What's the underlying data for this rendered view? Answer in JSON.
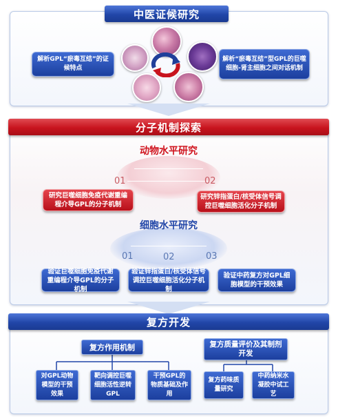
{
  "sections": {
    "tcm": {
      "title": "中医证候研究",
      "left_box": "解析GPL“瘀毒互结”的证候特点",
      "right_box": "解析“瘀毒互结”型GPL的巨噬细胞-肾主细胞之间对话机制"
    },
    "molecular": {
      "title": "分子机制探索",
      "animal": {
        "title": "动物水平研究",
        "items": [
          {
            "num": "01",
            "text": "研究巨噬细胞免疫代谢重编程介导GPL的分子机制"
          },
          {
            "num": "02",
            "text": "研究锌指蛋白/核受体信号调控巨噬细胞活化分子机制"
          }
        ]
      },
      "cell": {
        "title": "细胞水平研究",
        "items": [
          {
            "num": "01",
            "text": "验证巨噬细胞免疫代谢重编程介导GPL的分子机制"
          },
          {
            "num": "02",
            "text": "验证锌指蛋白/核受体信号调控巨噬细胞活化分子机制"
          },
          {
            "num": "03",
            "text": "验证中药复方对GPL细胞模型的干预效果"
          }
        ]
      }
    },
    "formula": {
      "title": "复方开发",
      "mechanism": {
        "title": "复方作用机制",
        "items": [
          "对GPL动物模型的干预效果",
          "靶向调控巨噬细胞活性逆转GPL",
          "干预GPL的物质基础及作用"
        ]
      },
      "quality": {
        "title": "复方质量评价及其制剂开发",
        "items": [
          "复方药味质量研究",
          "中药纳米水凝胶中试工艺"
        ]
      }
    }
  },
  "colors": {
    "blue": "#2146a8",
    "red": "#c8141e",
    "animal_title": "#d0141e",
    "cell_title": "#2146a8"
  }
}
